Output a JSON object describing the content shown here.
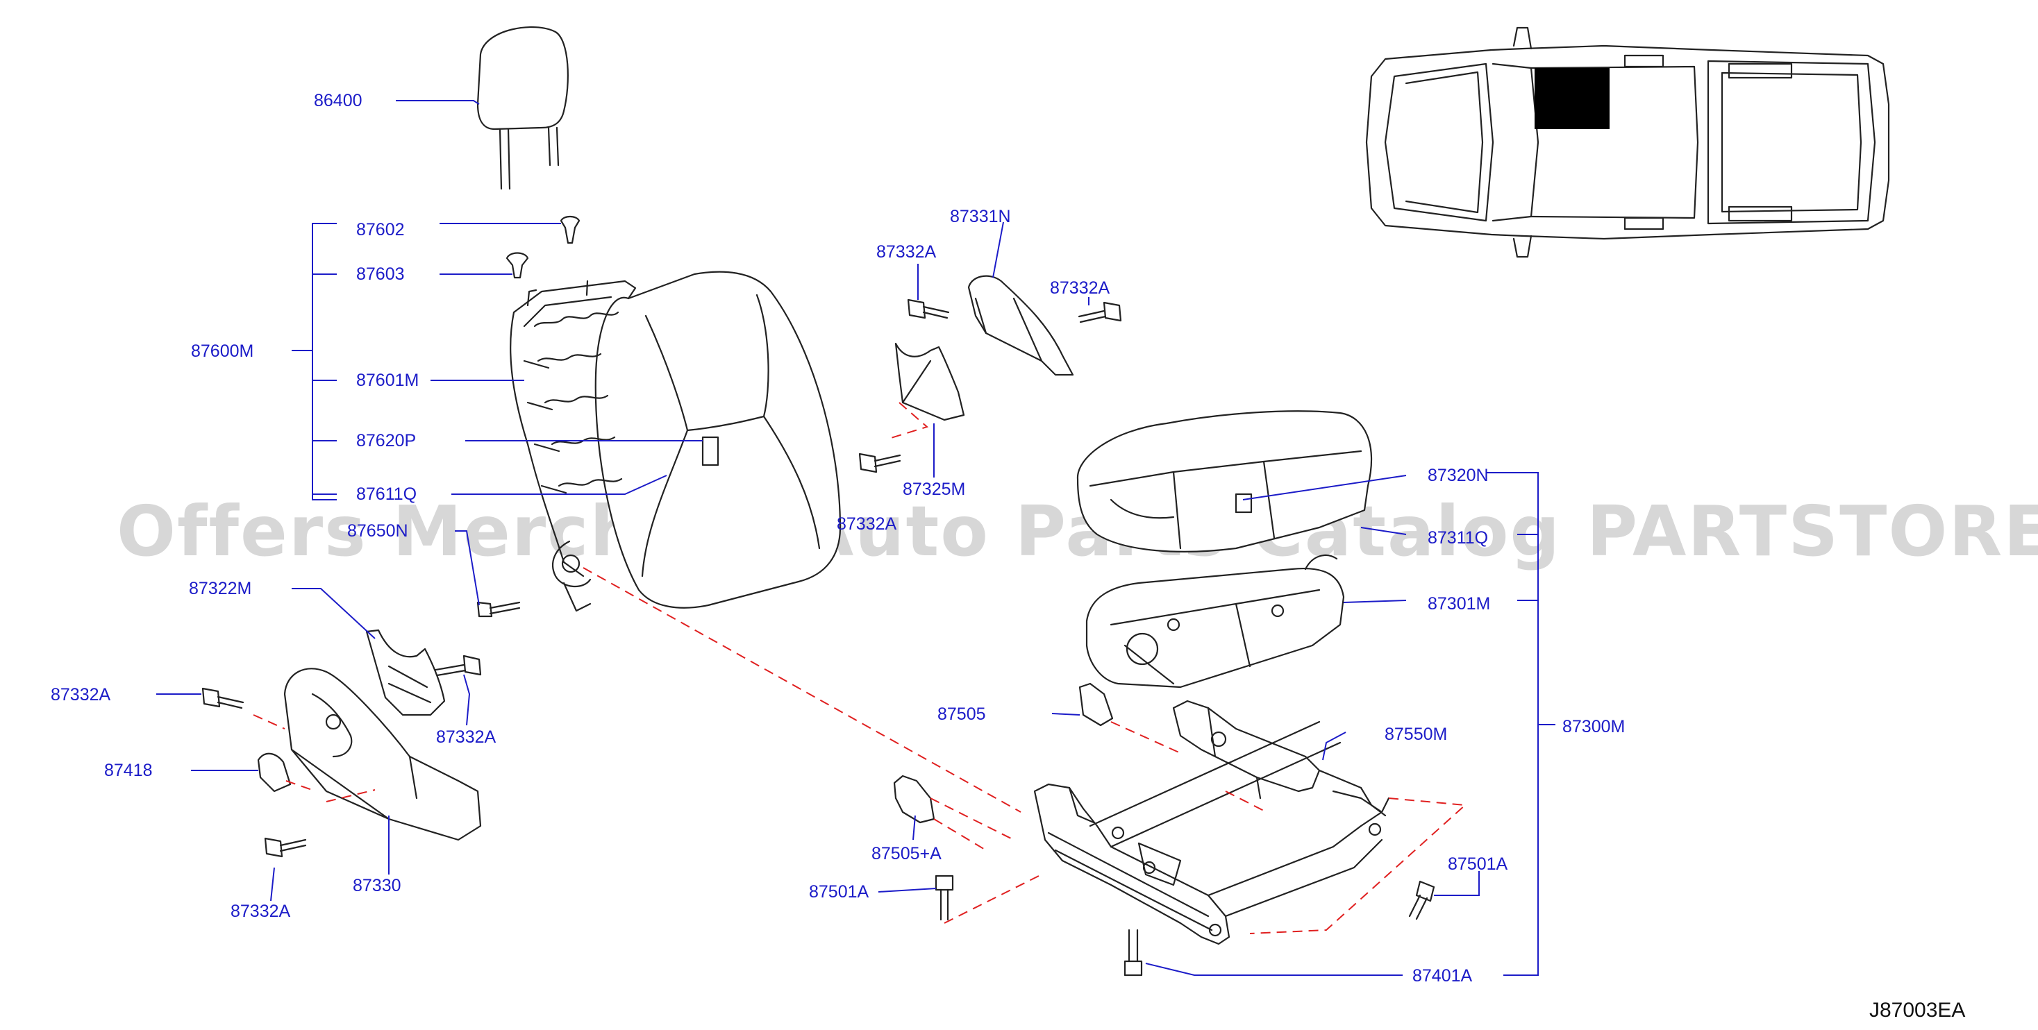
{
  "diagram_code": "J87003EA",
  "watermark": "Offers Merchant Auto Parts Catalog PARTSTORE.SA",
  "part_labels": {
    "p86400": "86400",
    "p87602": "87602",
    "p87603": "87603",
    "p87600m": "87600M",
    "p87601m": "87601M",
    "p87620p": "87620P",
    "p87611q": "87611Q",
    "p87650n": "87650N",
    "p87322m": "87322M",
    "p87332a_1": "87332A",
    "p87332a_2": "87332A",
    "p87332a_3": "87332A",
    "p87332a_4": "87332A",
    "p87332a_5": "87332A",
    "p87332a_6": "87332A",
    "p87418": "87418",
    "p87330": "87330",
    "p87331n": "87331N",
    "p87325m": "87325M",
    "p87320n": "87320N",
    "p87311q": "87311Q",
    "p87301m": "87301M",
    "p87300m": "87300M",
    "p87505": "87505",
    "p87505a": "87505+A",
    "p87550m": "87550M",
    "p87501a_1": "87501A",
    "p87501a_2": "87501A",
    "p87401a": "87401A"
  },
  "colors": {
    "label": "#1c1cc8",
    "leader_dashed": "#e02020",
    "parts_outline": "#222222",
    "seat_location_marker": "#000000"
  }
}
